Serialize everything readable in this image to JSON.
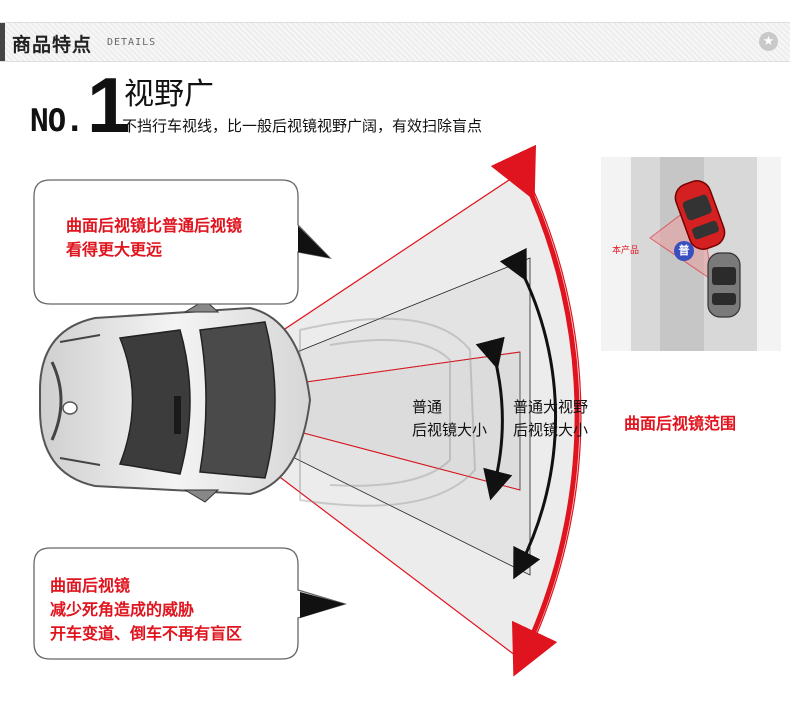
{
  "header": {
    "title": "商品特点",
    "subtitle": "DETAILS",
    "star_icon": "star-icon"
  },
  "feature": {
    "number_prefix": "NO.",
    "number": "1",
    "title": "视野广",
    "description": "不挡行车视线，比一般后视镜视野广阔，有效扫除盲点"
  },
  "callouts": {
    "top": {
      "lines": [
        "曲面后视镜比普通后视镜",
        "看得更大更远"
      ]
    },
    "bottom": {
      "lines": [
        "曲面后视镜",
        "减少死角造成的威胁",
        "开车变道、倒车不再有盲区"
      ]
    }
  },
  "fov_labels": {
    "normal": [
      "普通",
      "后视镜大小"
    ],
    "wide": [
      "普通大视野",
      "后视镜大小"
    ],
    "curved": "曲面后视镜范围"
  },
  "inset": {
    "product_label": "本产品",
    "badge": "普"
  },
  "colors": {
    "accent_red": "#e0141e",
    "text_dark": "#111111",
    "header_bg": "#f2f2f2",
    "badge_blue": "#3a4fbf"
  }
}
